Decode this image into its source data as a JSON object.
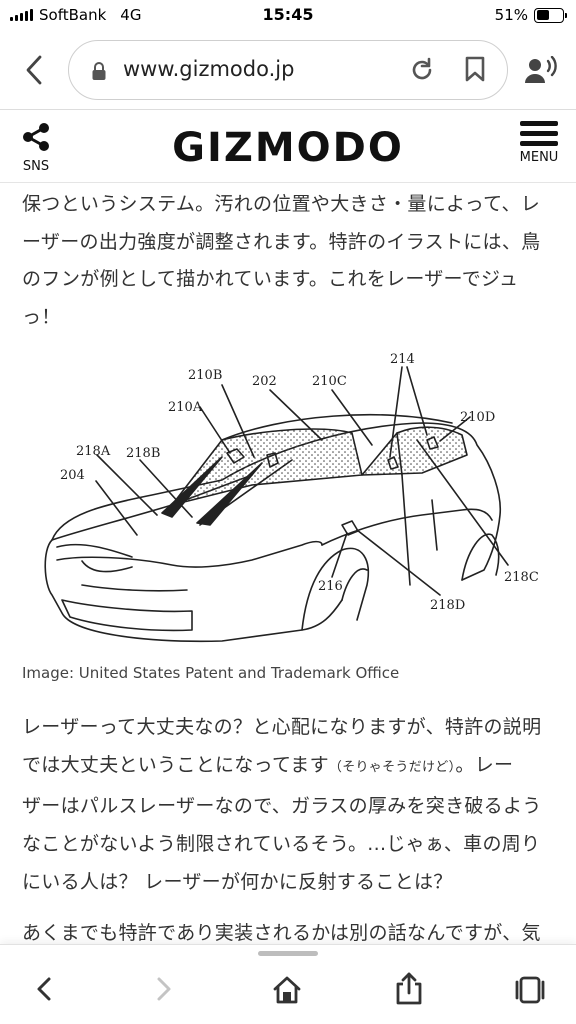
{
  "status_bar": {
    "carrier": "SoftBank",
    "network": "4G",
    "time": "15:45",
    "battery_percent": "51%",
    "battery_level": 0.51
  },
  "browser": {
    "url": "www.gizmodo.jp",
    "icons": [
      "back-chevron-icon",
      "lock-icon",
      "reload-icon",
      "bookmark-icon",
      "read-aloud-icon"
    ]
  },
  "site_header": {
    "sns_label": "SNS",
    "logo": "GIZMODO",
    "menu_label": "MENU"
  },
  "article": {
    "para1_lines": [
      "保つというシステム。汚れの位置や大きさ・量によって、レ",
      "ーザーの出力強度が調整されます。特許のイラストには、鳥",
      "のフンが例として描かれています。これをレーザーでジュ",
      "っ！"
    ],
    "figure_labels": {
      "l210B": "210B",
      "l202": "202",
      "l210C": "210C",
      "l214": "214",
      "l210A": "210A",
      "l210D": "210D",
      "l218A": "218A",
      "l218B": "218B",
      "l204": "204",
      "l216": "216",
      "l218D": "218D",
      "l218C": "218C"
    },
    "caption": "Image: United States Patent and Trademark Office",
    "para2_lines": [
      "レーザーって大丈夫なの？と心配になりますが、特許の説明",
      "では大丈夫ということになってます",
      "（そりゃそうだけど）",
      "。レー",
      "ザーはパルスレーザーなので、ガラスの厚みを突き破るよう",
      "なことがないよう制限されているそう。...じゃぁ、車の周り",
      "にいる人は？ レーザーが何かに反射することは？"
    ],
    "para3_line": "あくまでも特許であり実装されるかは別の話なんですが、気"
  },
  "toolbar": {
    "icons": [
      "back-icon",
      "forward-icon",
      "home-icon",
      "share-icon",
      "tabs-icon"
    ]
  }
}
